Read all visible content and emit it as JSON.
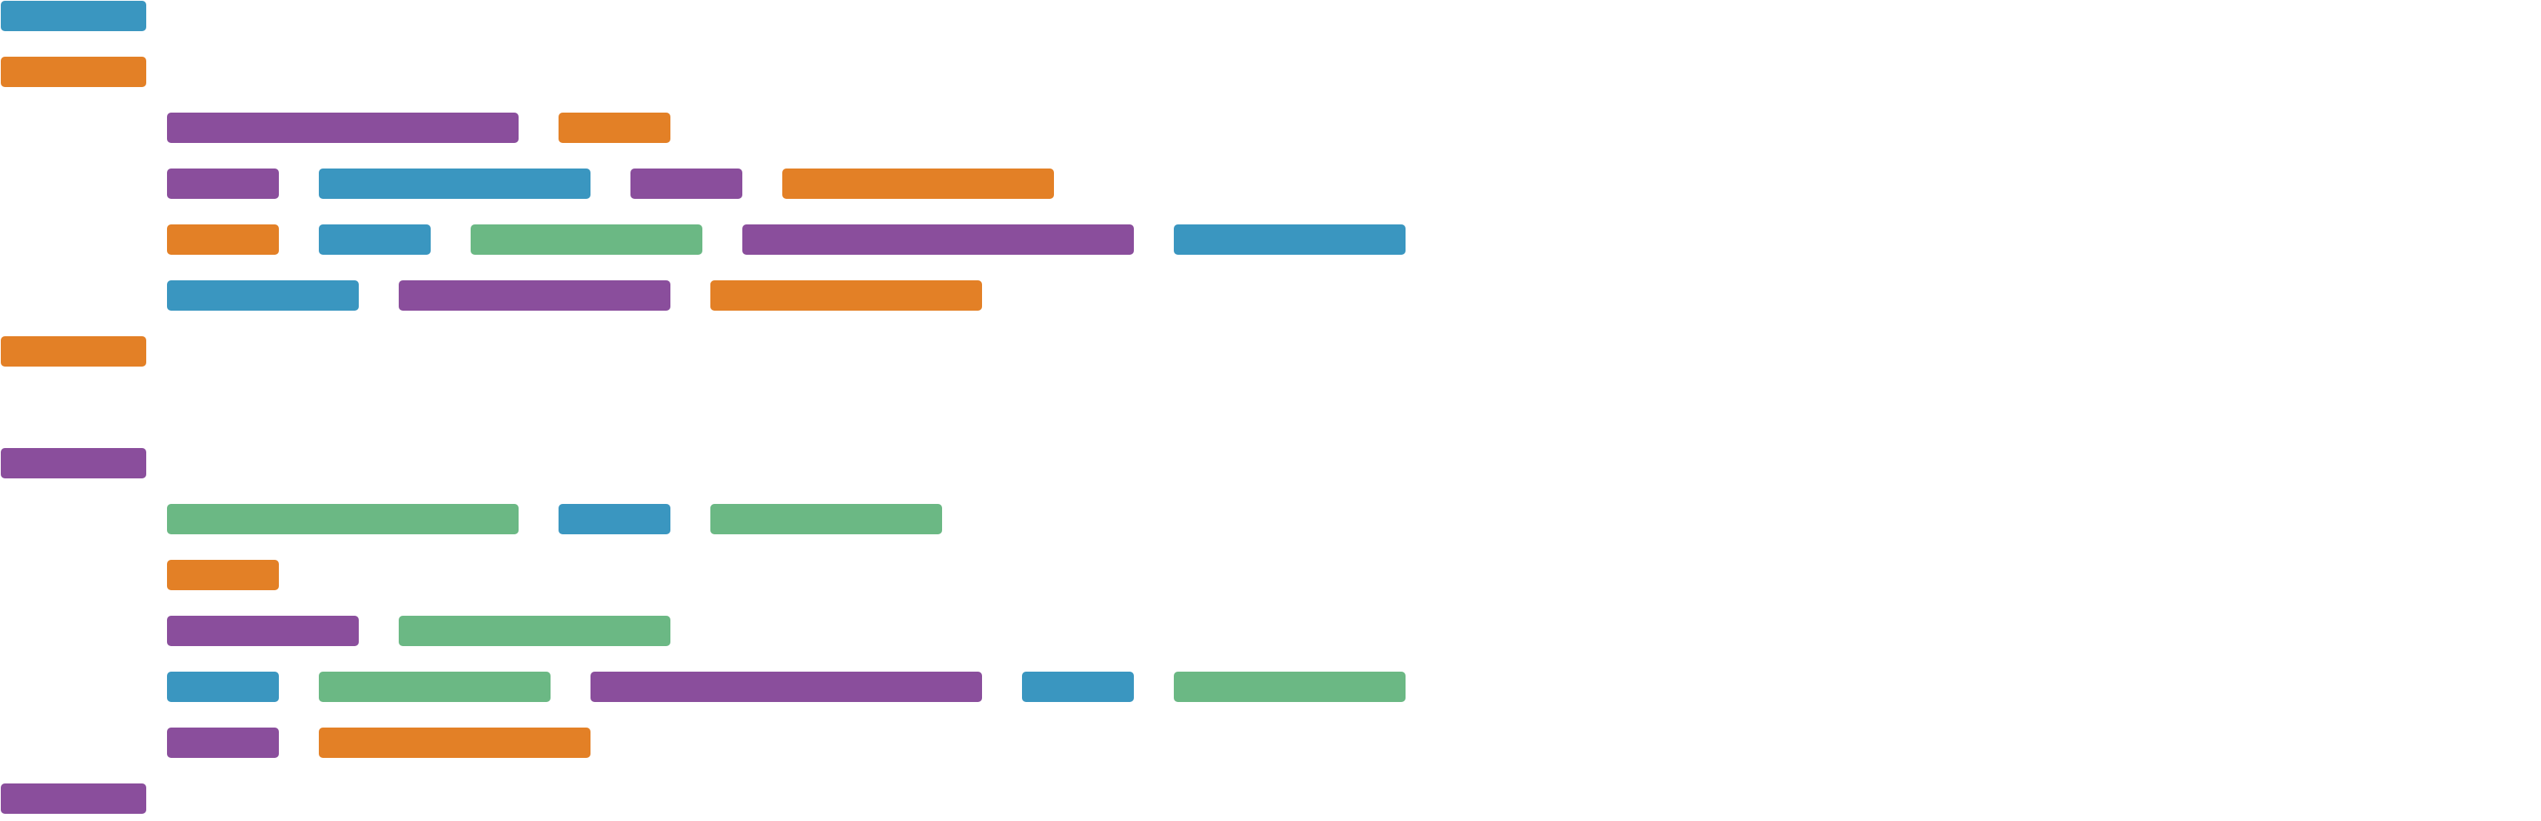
{
  "palette": {
    "blue": "#3a96c0",
    "orange": "#e38026",
    "purple": "#8a4e9c",
    "green": "#6bb884"
  },
  "rows": [
    {
      "indent": 0,
      "bars": [
        {
          "span": 2,
          "color": "blue"
        }
      ]
    },
    {
      "indent": 0,
      "bars": [
        {
          "span": 2,
          "color": "orange"
        }
      ]
    },
    {
      "indent": 1,
      "bars": [
        {
          "span": 9,
          "color": "purple"
        },
        {
          "span": 3,
          "color": "orange"
        }
      ]
    },
    {
      "indent": 1,
      "bars": [
        {
          "span": 3,
          "color": "purple"
        },
        {
          "span": 7,
          "color": "blue"
        },
        {
          "span": 3,
          "color": "purple"
        },
        {
          "span": 7,
          "color": "orange"
        }
      ]
    },
    {
      "indent": 1,
      "bars": [
        {
          "span": 3,
          "color": "orange"
        },
        {
          "span": 3,
          "color": "blue"
        },
        {
          "span": 6,
          "color": "green"
        },
        {
          "span": 10,
          "color": "purple"
        },
        {
          "span": 6,
          "color": "blue"
        }
      ]
    },
    {
      "indent": 1,
      "bars": [
        {
          "span": 5,
          "color": "blue"
        },
        {
          "span": 7,
          "color": "purple"
        },
        {
          "span": 7,
          "color": "orange"
        }
      ]
    },
    {
      "indent": 0,
      "bars": [
        {
          "span": 2,
          "color": "orange"
        }
      ]
    },
    {
      "indent": 0,
      "bars": []
    },
    {
      "indent": 0,
      "bars": [
        {
          "span": 2,
          "color": "purple"
        }
      ]
    },
    {
      "indent": 1,
      "bars": [
        {
          "span": 9,
          "color": "green"
        },
        {
          "span": 3,
          "color": "blue"
        },
        {
          "span": 6,
          "color": "green"
        }
      ]
    },
    {
      "indent": 1,
      "bars": [
        {
          "span": 3,
          "color": "orange"
        }
      ]
    },
    {
      "indent": 1,
      "bars": [
        {
          "span": 5,
          "color": "purple"
        },
        {
          "span": 7,
          "color": "green"
        }
      ]
    },
    {
      "indent": 1,
      "bars": [
        {
          "span": 3,
          "color": "blue"
        },
        {
          "span": 6,
          "color": "green"
        },
        {
          "span": 10,
          "color": "purple"
        },
        {
          "span": 3,
          "color": "blue"
        },
        {
          "span": 6,
          "color": "green"
        }
      ]
    },
    {
      "indent": 1,
      "bars": [
        {
          "span": 3,
          "color": "purple"
        },
        {
          "span": 7,
          "color": "orange"
        }
      ]
    },
    {
      "indent": 0,
      "bars": [
        {
          "span": 2,
          "color": "purple"
        }
      ]
    }
  ]
}
